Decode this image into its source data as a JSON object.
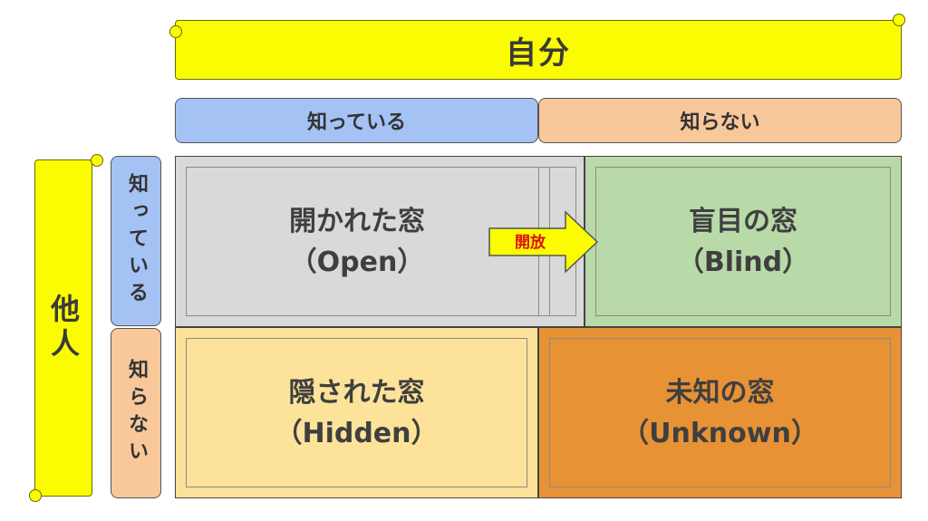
{
  "self_banner": "自分",
  "others_banner": "他人",
  "col_headers": {
    "known": "知っている",
    "unknown": "知らない"
  },
  "row_headers": {
    "known": "知っている",
    "unknown": "知らない"
  },
  "quadrants": {
    "open": {
      "title": "開かれた窓",
      "subtitle": "（Open）",
      "color": "#d9d9d9"
    },
    "blind": {
      "title": "盲目の窓",
      "subtitle": "（Blind）",
      "color": "#b8d9a8"
    },
    "hidden": {
      "title": "隠された窓",
      "subtitle": "（Hidden）",
      "color": "#fde39a"
    },
    "unknown": {
      "title": "未知の窓",
      "subtitle": "（Unknown）",
      "color": "#e89236"
    }
  },
  "arrow": {
    "label": "開放",
    "color": "#fcfc00",
    "text_color": "#e01010"
  },
  "colors": {
    "known_header": "#a4c2f4",
    "unknown_header": "#f8c89a",
    "banner": "#fcfc00"
  }
}
